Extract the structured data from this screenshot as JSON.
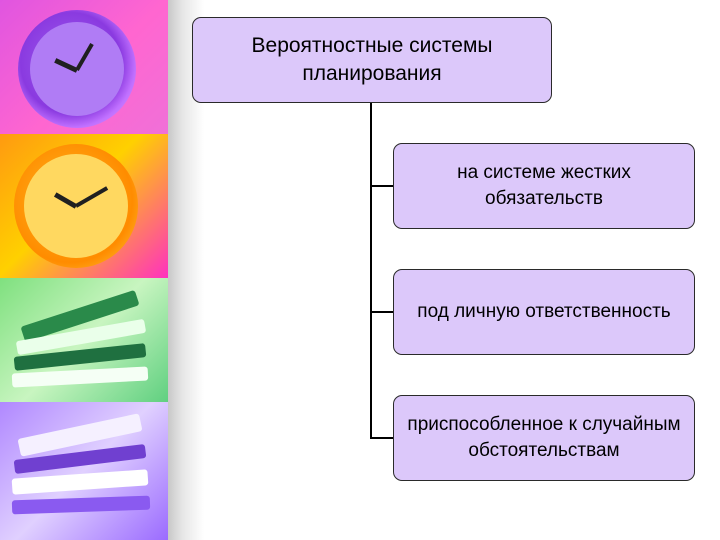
{
  "diagram": {
    "root": "Вероятностные системы планирования",
    "children": [
      {
        "label": "на системе жестких обязательств"
      },
      {
        "label": "под личную ответственность"
      },
      {
        "label": "приспособленное к случайным обстоятельствам"
      }
    ]
  },
  "colors": {
    "box_fill": "#dcc8fa",
    "box_border": "#2a2a2a",
    "connector": "#000000"
  },
  "decoration": {
    "panels": [
      "purple-clock-image",
      "orange-clock-image",
      "green-books-image",
      "purple-books-image"
    ]
  }
}
